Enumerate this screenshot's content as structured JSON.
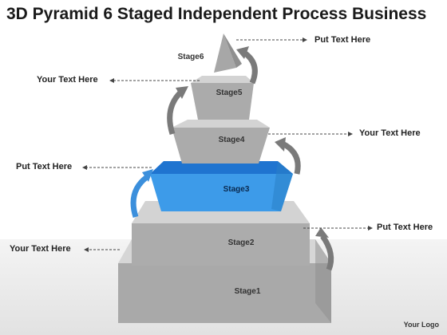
{
  "title": "3D Pyramid 6 Staged Independent Process Business",
  "stages": [
    {
      "label": "Stage1"
    },
    {
      "label": "Stage2"
    },
    {
      "label": "Stage3"
    },
    {
      "label": "Stage4"
    },
    {
      "label": "Stage5"
    },
    {
      "label": "Stage6"
    }
  ],
  "callouts": {
    "stage1": "Your Text Here",
    "stage2": "Put Text Here",
    "stage3": "Put Text Here",
    "stage4": "Your Text Here",
    "stage5": "Your Text Here",
    "stage6": "Put Text Here"
  },
  "highlighted_stage": "Stage3",
  "colors": {
    "gray_front": "#a9a9a9",
    "gray_top": "#d3d3d3",
    "gray_side": "#8d8d8d",
    "blue_front": "#3d9be9",
    "blue_top": "#1f74d0",
    "blue_side": "#2a7fc7",
    "arrow_gray": "#7a7a7a",
    "arrow_blue": "#3b8fdc"
  },
  "logo": "Your Logo"
}
